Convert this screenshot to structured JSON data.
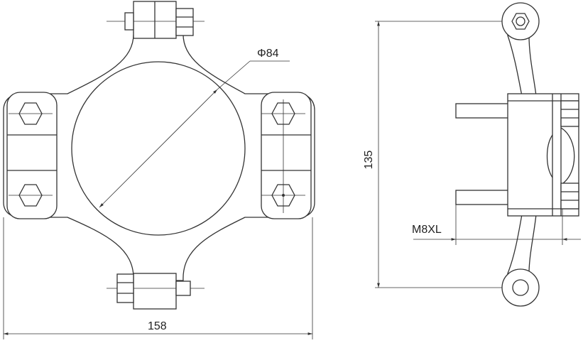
{
  "front_view": {
    "diameter_label": "Φ84",
    "width_label": "158"
  },
  "side_view": {
    "height_label": "135",
    "bolt_label": "M8XL"
  },
  "colors": {
    "line": "#333333",
    "background": "#ffffff"
  }
}
